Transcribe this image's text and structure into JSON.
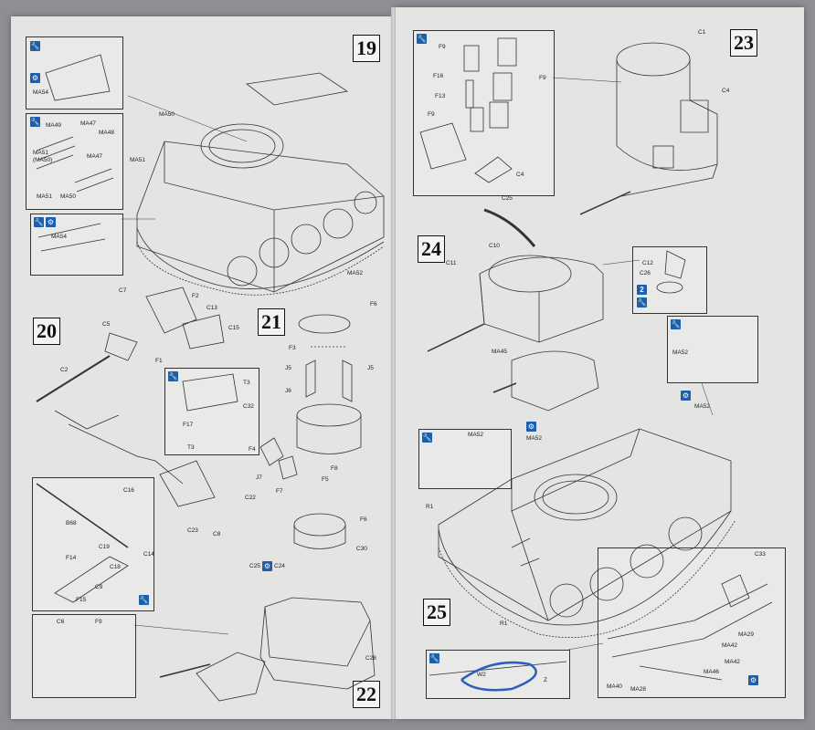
{
  "steps": {
    "s19": "19",
    "s20": "20",
    "s21": "21",
    "s22": "22",
    "s23": "23",
    "s24": "24",
    "s25": "25"
  },
  "icons": {
    "wrench": "🔧",
    "gear": "⚙",
    "two": "2"
  },
  "colors": {
    "sheet": "#e4e4e2",
    "ink": "#333333",
    "icon": "#1d5fae",
    "marker": "#2a5fc0"
  },
  "labels": {
    "ma54a": "MA54",
    "ma50a": "MA50",
    "ma51a": "MA51",
    "ma49": "MA49",
    "ma47a": "MA47",
    "ma48": "MA48",
    "ma51b": "MA51",
    "ma50p": "(MA50)",
    "ma47b": "MA47",
    "ma51c": "MA51",
    "ma50b": "MA50",
    "ma54b": "MA54",
    "ma52a": "MA52",
    "c7": "C7",
    "f2": "F2",
    "c13": "C13",
    "c5": "C5",
    "f1": "F1",
    "c15": "C15",
    "c2": "C2",
    "t3a": "T3",
    "f17": "F17",
    "c32": "C32",
    "t3b": "T3",
    "c22": "C22",
    "c23": "C23",
    "c8a": "C8",
    "c16": "C16",
    "b68": "B68",
    "c19": "C19",
    "c14": "C14",
    "f14": "F14",
    "c18": "C18",
    "c9": "C9",
    "f15": "F15",
    "c6": "C6",
    "f9a": "F9",
    "f6a": "F6",
    "f3": "F3",
    "j5a": "J5",
    "j5b": "J5",
    "j6": "J6",
    "f4": "F4",
    "j7": "J7",
    "f7": "F7",
    "f8": "F8",
    "f5": "F5",
    "f6b": "F6",
    "c30": "C30",
    "c25a": "C25",
    "c24": "C24",
    "c28": "C28",
    "f9b": "F9",
    "f16": "F16",
    "f9c": "F9",
    "f13": "F13",
    "f9d": "F9",
    "c4a": "C4",
    "c1": "C1",
    "c4b": "C4",
    "c25b": "C25",
    "c10": "C10",
    "c11": "C11",
    "c12": "C12",
    "c26": "C26",
    "ma45": "MA45",
    "ma52b": "MA52",
    "ma52c": "MA52",
    "ma52d": "MA52",
    "ma52e": "MA52",
    "r1a": "R1",
    "r1b": "R1",
    "c33": "C33",
    "ma29": "MA29",
    "ma42a": "MA42",
    "ma42b": "MA42",
    "ma46": "MA46",
    "ma40": "MA40",
    "ma28": "MA28",
    "w2": "W2",
    "z": "Z"
  }
}
